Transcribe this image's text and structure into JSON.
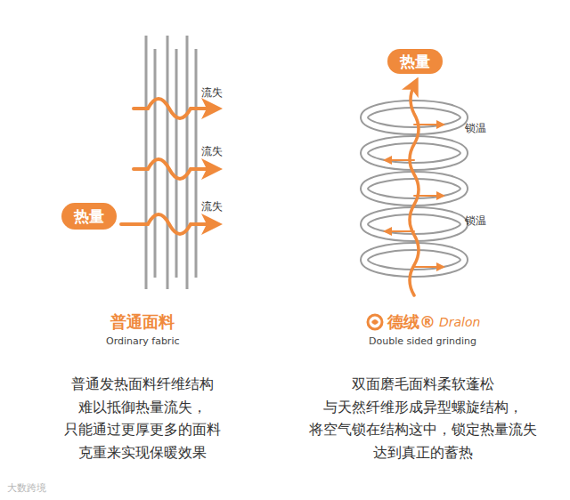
{
  "diagram": {
    "nodes": [
      {
        "text": [
          "热量"
        ]
      },
      {
        "text": [
          "热量"
        ]
      }
    ],
    "labels": [
      "流失",
      "流失",
      "流失",
      "锁温",
      "锁温",
      "普通面料",
      "Ordinary fabric",
      "德绒®",
      "Dralon",
      "Double sided grinding",
      "普通发热面料纤维结构 难以抵御热量流失， 只能通过更厚更多的面料 克重来实现保暖效果",
      "双面磨毛面料柔软蓬松 与天然纤维形成异型螺旋结构， 将空气锁在结构这中，锁定热量流失 达到真正的蓄热",
      "大数跨境"
    ]
  }
}
